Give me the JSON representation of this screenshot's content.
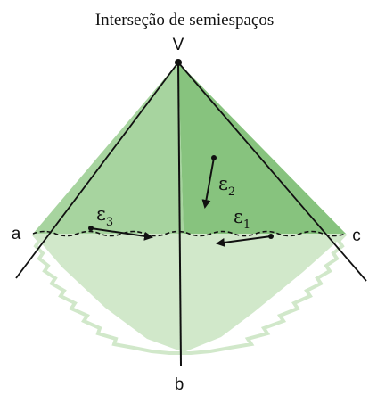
{
  "title": "Interseção de semiespaços",
  "vertex_label": "V",
  "edge_labels": {
    "a": "a",
    "b": "b",
    "c": "c"
  },
  "vectors": [
    {
      "symbol": "ε",
      "subscript": "3"
    },
    {
      "symbol": "ε",
      "subscript": "2"
    },
    {
      "symbol": "ε",
      "subscript": "1"
    }
  ],
  "colors": {
    "dark_face": "#87c37e",
    "light_face": "#a7d49f",
    "lower_region": "#d1e8ca",
    "lines": "#111111"
  }
}
